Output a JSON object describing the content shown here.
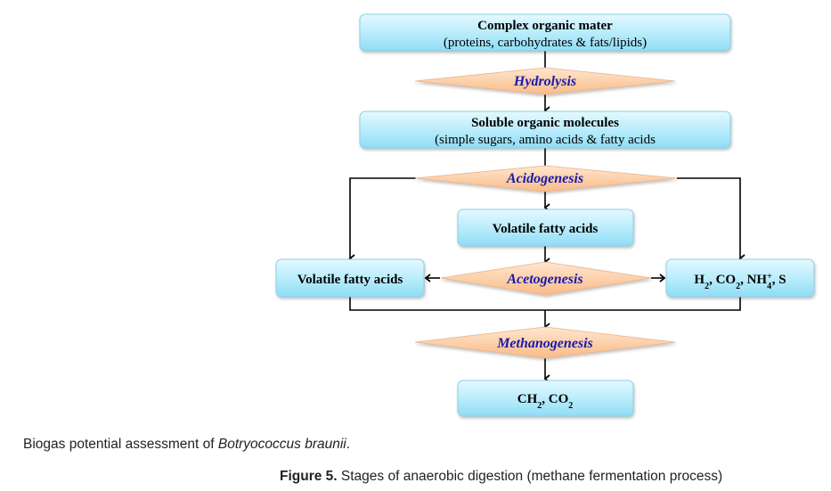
{
  "figure": {
    "boxes": {
      "complex": {
        "title": "Complex organic mater",
        "subtitle": "(proteins, carbohydrates & fats/lipids)"
      },
      "soluble": {
        "title": "Soluble organic molecules",
        "subtitle": "(simple sugars, amino acids & fatty acids"
      },
      "vfa_center": {
        "title": "Volatile fatty acids"
      },
      "vfa_left": {
        "title": "Volatile fatty acids"
      },
      "gases_right": {
        "parts": [
          "H",
          "2",
          ", CO",
          "2",
          ", NH",
          "4",
          "+",
          ", S"
        ]
      },
      "final": {
        "parts": [
          "CH",
          "2",
          ", CO",
          "2"
        ]
      }
    },
    "stages": {
      "hydrolysis": "Hydrolysis",
      "acidogenesis": "Acidogenesis",
      "acetogenesis": "Acetogenesis",
      "methanogenesis": "Methanogenesis"
    },
    "colors": {
      "box_fill_top": "#d9f6ff",
      "box_fill_bottom": "#8fdcf5",
      "box_stroke": "#7cc8e0",
      "diamond_fill_top": "#ffe0c4",
      "diamond_fill_bottom": "#f9bf8e",
      "diamond_stroke": "#e8a878",
      "stage_text": "#1a1aa8"
    }
  },
  "captions": {
    "line1_prefix": "Biogas potential assessment of ",
    "line1_species": "Botryococcus braunii",
    "line1_suffix": ".",
    "figure_label": "Figure 5.",
    "figure_text": " Stages of anaerobic digestion (methane fermentation process)"
  }
}
